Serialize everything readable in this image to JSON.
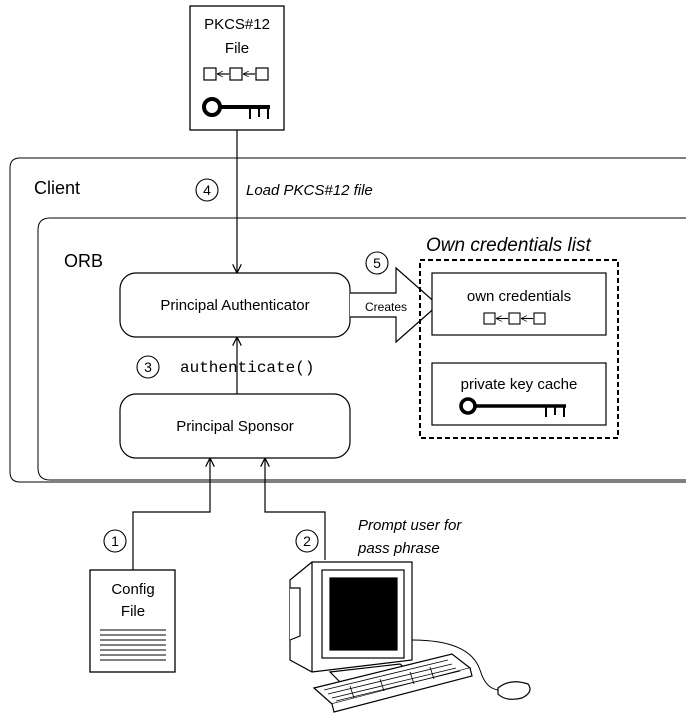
{
  "pkcs_file": {
    "line1": "PKCS#12",
    "line2": "File"
  },
  "client": {
    "label": "Client"
  },
  "orb": {
    "label": "ORB"
  },
  "steps": {
    "s1": {
      "num": "1"
    },
    "s2": {
      "num": "2",
      "text_line1": "Prompt user for",
      "text_line2": "pass phrase"
    },
    "s3": {
      "num": "3",
      "text": "authenticate()"
    },
    "s4": {
      "num": "4",
      "text": "Load PKCS#12 file"
    },
    "s5": {
      "num": "5",
      "arrow_label": "Creates"
    }
  },
  "boxes": {
    "principal_authenticator": "Principal Authenticator",
    "principal_sponsor": "Principal Sponsor"
  },
  "credentials_list": {
    "title": "Own credentials list",
    "own_credentials": "own credentials",
    "private_key_cache": "private key cache"
  },
  "config_file": {
    "line1": "Config",
    "line2": "File"
  },
  "colors": {
    "stroke": "#000000",
    "background": "#ffffff"
  }
}
